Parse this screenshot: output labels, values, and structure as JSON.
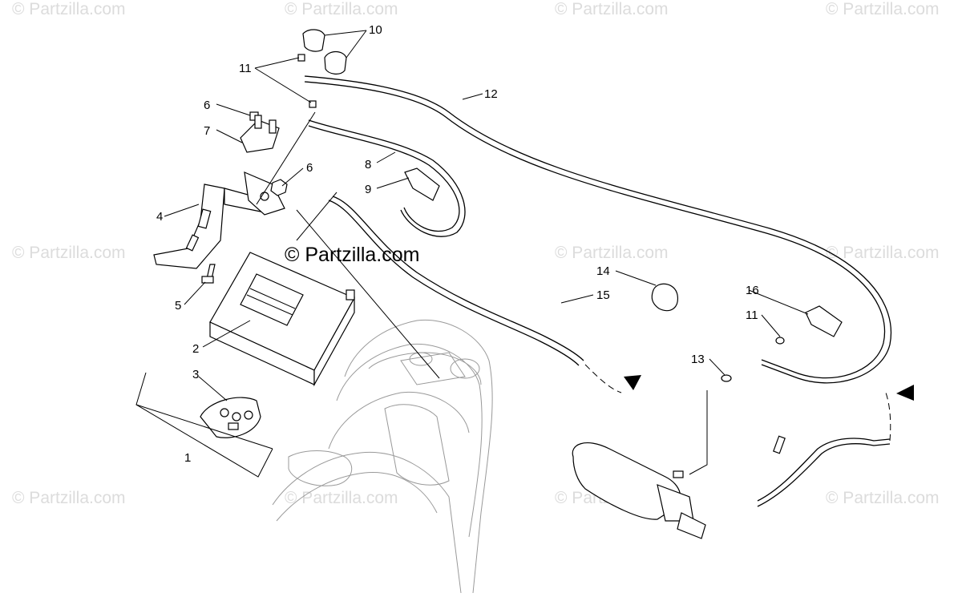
{
  "watermarks": {
    "top_left": "© Partzilla.com",
    "top_center_left": "© Partzilla.com",
    "top_center_right": "© Partzilla.com",
    "top_right": "© Partzilla.com",
    "mid_left": "© Partzilla.com",
    "center": "© Partzilla.com",
    "mid_center_right": "© Partzilla.com",
    "mid_right": "© Partzilla.com",
    "bottom_left": "© Partzilla.com",
    "bottom_center_left": "© Partzilla.com",
    "bottom_center_right": "© Partzilla.com",
    "bottom_right": "© Partzilla.com"
  },
  "callouts": {
    "c1": "1",
    "c2": "2",
    "c3": "3",
    "c4": "4",
    "c5": "5",
    "c6a": "6",
    "c6b": "6",
    "c7": "7",
    "c8": "8",
    "c9": "9",
    "c10": "10",
    "c11a": "11",
    "c11b": "11",
    "c12": "12",
    "c13": "13",
    "c14": "14",
    "c15": "15",
    "c16": "16"
  }
}
